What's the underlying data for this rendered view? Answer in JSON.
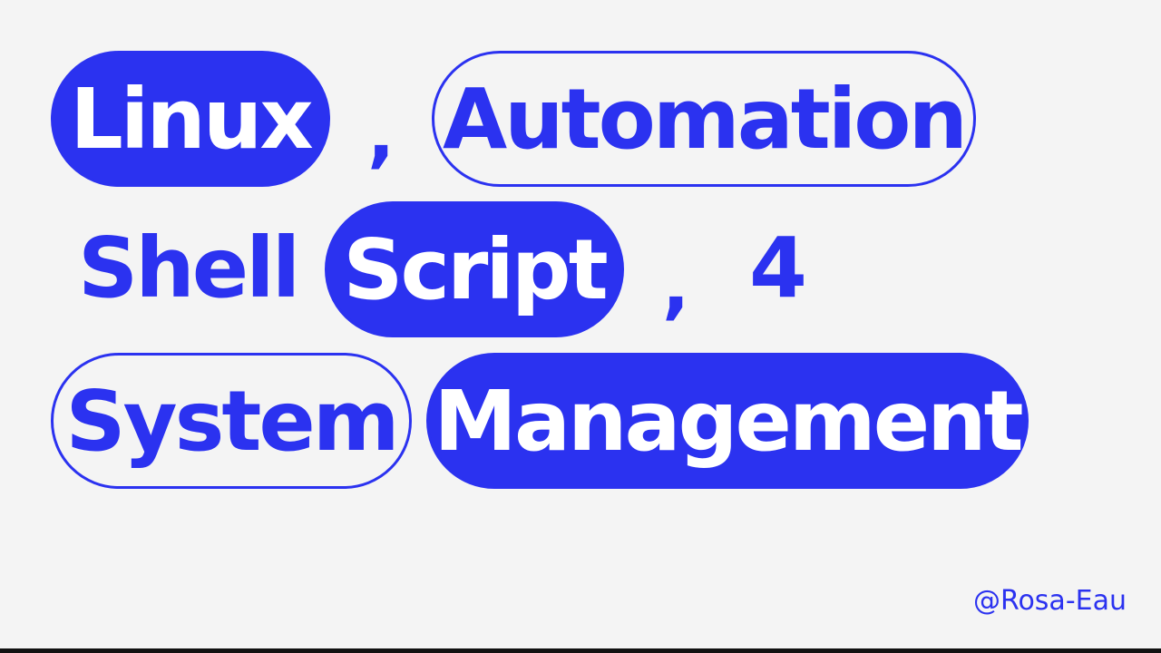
{
  "rows": {
    "row1": {
      "linux": "Linux",
      "comma": ",",
      "automation": "Automation"
    },
    "row2": {
      "shell": "Shell",
      "script": "Script",
      "comma": ",",
      "number": "4"
    },
    "row3": {
      "system": "System",
      "management": "Management"
    }
  },
  "handle": "@Rosa-Eau",
  "colors": {
    "accent": "#2b32f0",
    "background": "#f4f4f4",
    "on_accent": "#ffffff"
  }
}
